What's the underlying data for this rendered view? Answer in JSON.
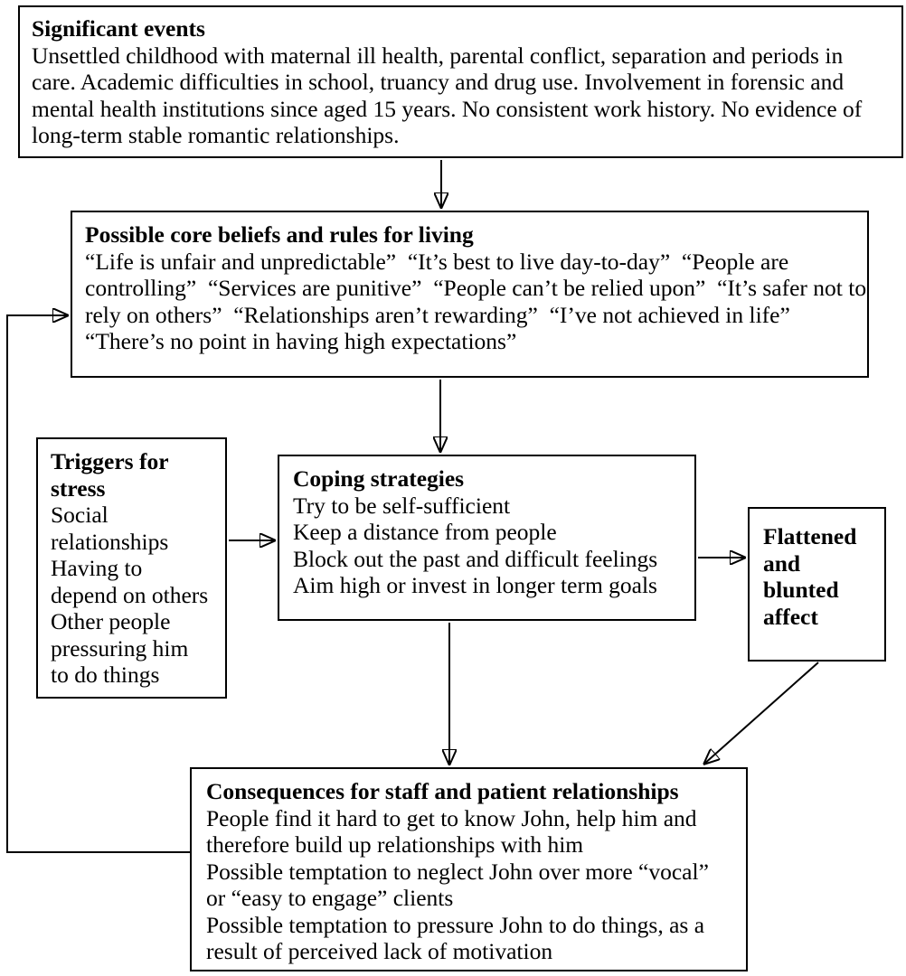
{
  "colors": {
    "ink": "#000000",
    "paper": "#ffffff"
  },
  "boxes": {
    "significant_events": {
      "title": "Significant events",
      "body": "Unsettled childhood with maternal ill health, parental conflict, separation and periods in care. Academic difficulties in school, truancy and drug use. Involvement in forensic and mental health institutions since aged 15 years. No consistent work history. No evidence of long-term stable romantic relationships."
    },
    "core_beliefs": {
      "title": "Possible core beliefs and rules for living",
      "body": "“Life is unfair and unpredictable”  “It’s best to live day-to-day”  “People are controlling”  “Services are punitive”  “People can’t be relied upon”  “It’s safer not to rely on others”  “Relationships aren’t rewarding”  “I’ve not achieved in life”  “There’s no point in having high expectations”"
    },
    "triggers": {
      "title": "Triggers for stress",
      "items": [
        "Social relationships",
        "Having to depend on others",
        "Other people pressuring him to do things"
      ]
    },
    "coping": {
      "title": "Coping strategies",
      "items": [
        "Try to be self-sufficient",
        "Keep a distance from people",
        "Block out the past and difficult feelings",
        "Aim high or invest in longer term goals"
      ]
    },
    "flattened_affect": {
      "title": "Flattened and blunted affect"
    },
    "consequences": {
      "title": "Consequences for staff and patient relationships",
      "items": [
        "People find it hard to get to know John, help him and therefore build up relationships with him",
        "Possible temptation to neglect John over more “vocal” or “easy to engage” clients",
        "Possible temptation to pressure John to do things, as a result of perceived lack of motivation"
      ]
    }
  },
  "connections": [
    {
      "from": "significant_events",
      "to": "core_beliefs",
      "type": "arrow"
    },
    {
      "from": "core_beliefs",
      "to": "coping",
      "type": "arrow"
    },
    {
      "from": "triggers",
      "to": "coping",
      "type": "arrow"
    },
    {
      "from": "coping",
      "to": "flattened_affect",
      "type": "arrow"
    },
    {
      "from": "coping",
      "to": "consequences",
      "type": "arrow"
    },
    {
      "from": "flattened_affect",
      "to": "consequences",
      "type": "arrow"
    },
    {
      "from": "consequences",
      "to": "core_beliefs",
      "type": "feedback-arrow"
    }
  ]
}
